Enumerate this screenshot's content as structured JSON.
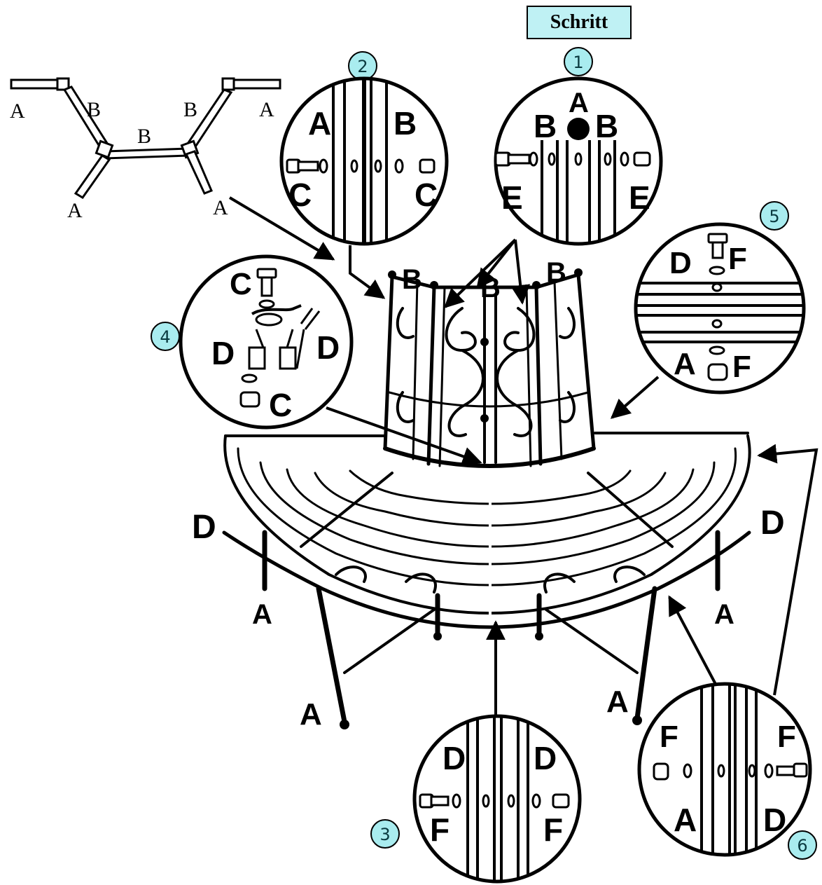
{
  "title": "Schritt",
  "step_badges": [
    "1",
    "2",
    "3",
    "4",
    "5",
    "6"
  ],
  "colors": {
    "badge_fill": "#a9ecef",
    "title_fill": "#bff1f4",
    "ink": "#000000"
  },
  "frame_sketch": {
    "labels": [
      "A",
      "B",
      "B",
      "B",
      "A",
      "A",
      "A"
    ]
  },
  "detail_1": {
    "top": "A",
    "left_top": "B",
    "right_top": "B",
    "left_bottom": "E",
    "right_bottom": "E"
  },
  "detail_2": {
    "left_top": "A",
    "right_top": "B",
    "left_bottom": "C",
    "right_bottom": "C"
  },
  "detail_3": {
    "left_top": "D",
    "right_top": "D",
    "left_bottom": "F",
    "right_bottom": "F"
  },
  "detail_4": {
    "top": "C",
    "left": "D",
    "right": "D",
    "bottom": "C"
  },
  "detail_5": {
    "left_top": "D",
    "right_top": "F",
    "left_bottom": "A",
    "right_bottom": "F"
  },
  "detail_6": {
    "left_top": "F",
    "right_top": "F",
    "left_bottom": "A",
    "right_bottom": "D"
  },
  "bench_labels": {
    "backrest_left": "B",
    "backrest_center": "B",
    "backrest_right": "B",
    "seat_left": "D",
    "seat_right": "D",
    "leg_left_upper": "A",
    "leg_right_upper": "A",
    "leg_left_lower": "A",
    "leg_right_lower": "A"
  }
}
